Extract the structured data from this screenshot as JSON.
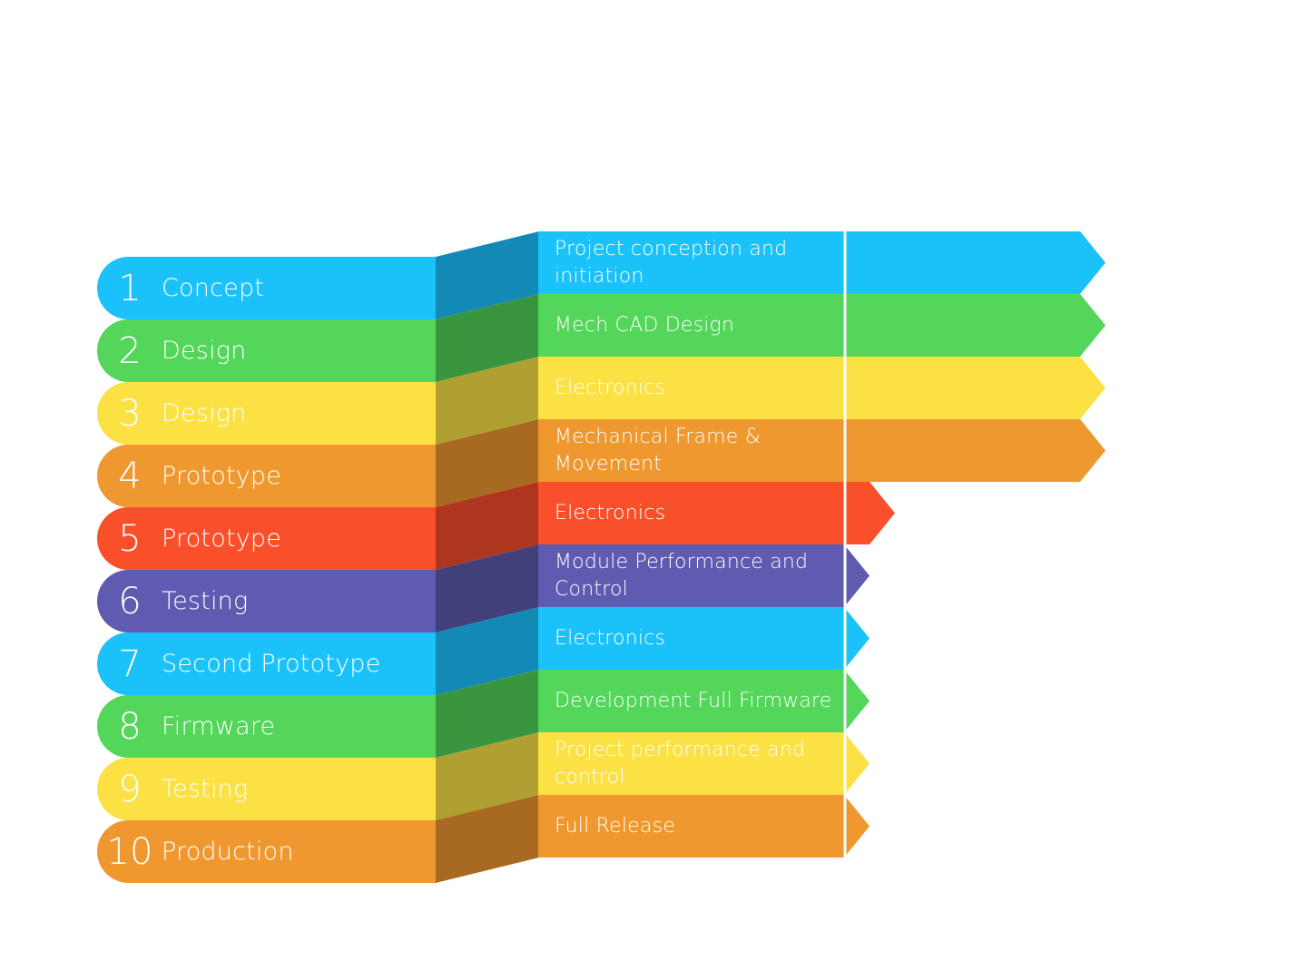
{
  "stages": [
    {
      "number": "1",
      "label": "Concept",
      "task": "Project conception and initiation",
      "color": "#1BC1F9",
      "dark": "#138AB5",
      "long": true
    },
    {
      "number": "2",
      "label": "Design",
      "task": "Mech CAD Design",
      "color": "#53D65A",
      "dark": "#3A963E",
      "long": true
    },
    {
      "number": "3",
      "label": "Design",
      "task": "Electronics",
      "color": "#FBE144",
      "dark": "#B0A032",
      "long": true
    },
    {
      "number": "4",
      "label": "Prototype",
      "task": "Mechanical Frame & Movement",
      "color": "#EF9830",
      "dark": "#A86A21",
      "long": true
    },
    {
      "number": "5",
      "label": "Prototype",
      "task": "Electronics",
      "color": "#FA4F2B",
      "dark": "#AE361E",
      "long": false,
      "mid": true
    },
    {
      "number": "6",
      "label": "Testing",
      "task": "Module Performance and Control",
      "color": "#5E5BB0",
      "dark": "#41407B",
      "long": false
    },
    {
      "number": "7",
      "label": "Second Prototype",
      "task": "Electronics",
      "color": "#1BC1F9",
      "dark": "#138AB5",
      "long": false
    },
    {
      "number": "8",
      "label": "Firmware",
      "task": "Development Full Firmware",
      "color": "#53D65A",
      "dark": "#3A963E",
      "long": false
    },
    {
      "number": "9",
      "label": "Testing",
      "task": "Project performance and control",
      "color": "#FBE144",
      "dark": "#B0A032",
      "long": false
    },
    {
      "number": "10",
      "label": "Production",
      "task": "Full Release",
      "color": "#EF9830",
      "dark": "#A86A21",
      "long": false
    }
  ],
  "divider_color": "#FFFFFF"
}
